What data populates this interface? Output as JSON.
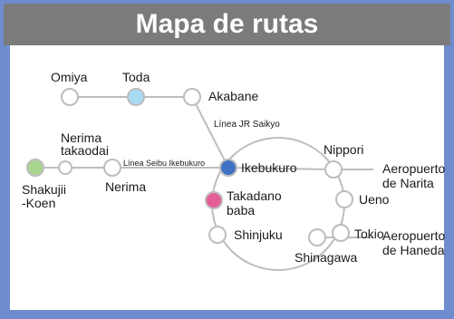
{
  "title": "Mapa de rutas",
  "colors": {
    "background": "#6f8ccf",
    "header": "#7b7b7b",
    "track": "#bdbdbd",
    "toda": "#a9dcf3",
    "shakujii": "#a8d58f",
    "ikebukuro": "#3f72c2",
    "takadanobaba": "#e45f95"
  },
  "lines": {
    "jr_saikyo": "Línea JR Saikyo",
    "seibu_ikebukuro": "Línea Seibu Ikebukuro"
  },
  "stations": {
    "omiya": "Omiya",
    "toda": "Toda",
    "akabane": "Akabane",
    "nerima_takaodai_1": "Nerima",
    "nerima_takaodai_2": "takaodai",
    "shakujii_1": "Shakujii",
    "shakujii_2": "-Koen",
    "nerima": "Nerima",
    "ikebukuro": "Ikebukuro",
    "nippori": "Nippori",
    "takadanobaba_1": "Takadano",
    "takadanobaba_2": "baba",
    "ueno": "Ueno",
    "shinjuku": "Shinjuku",
    "tokio": "Tokio",
    "shinagawa": "Shinagawa",
    "narita_1": "Aeropuerto",
    "narita_2": "de Narita",
    "haneda_1": "Aeropuerto",
    "haneda_2": "de Haneda"
  }
}
